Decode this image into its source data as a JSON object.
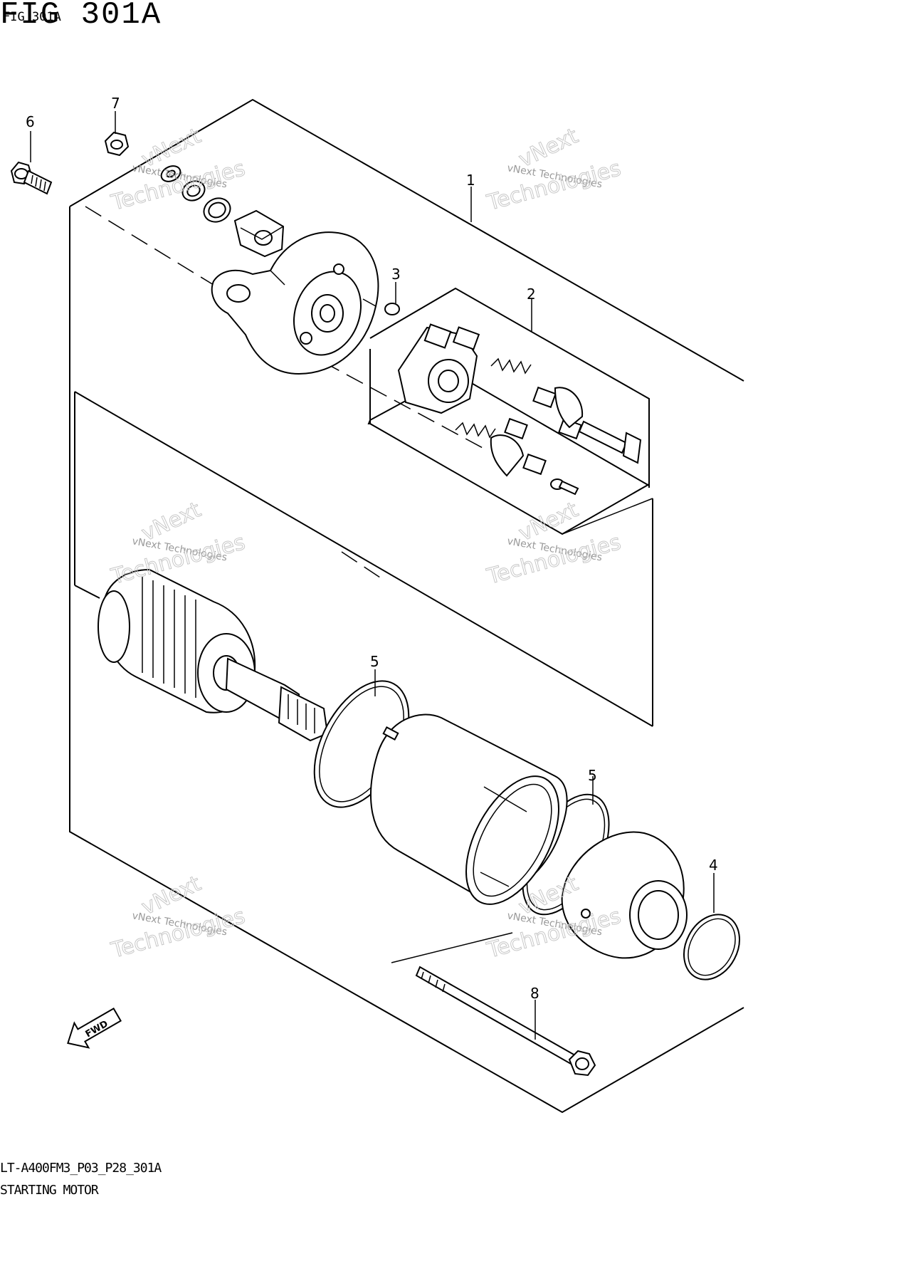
{
  "figure": {
    "title": "FIG 301A",
    "title_overlay": "FIG 301A"
  },
  "callouts": [
    "1",
    "2",
    "3",
    "4",
    "5",
    "5",
    "6",
    "7",
    "8"
  ],
  "watermark": {
    "small_text": "vNext Technologies",
    "big_line1": "vNext",
    "big_line2": "Technologies"
  },
  "fwd_label": "FWD",
  "footer": {
    "code": "LT-A400FM3_P03_P28_301A",
    "name": "STARTING MOTOR"
  }
}
